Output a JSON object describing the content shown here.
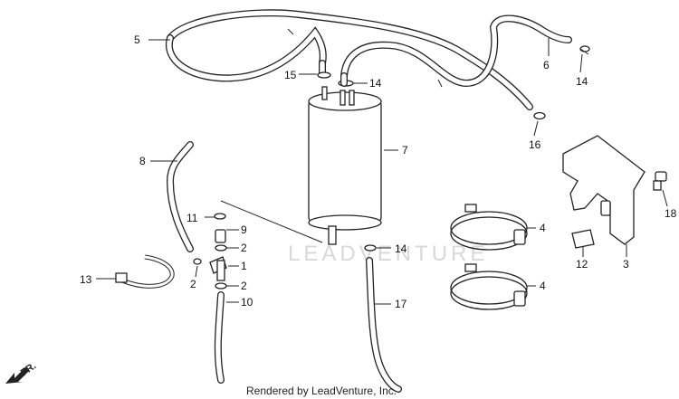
{
  "diagram": {
    "callouts": {
      "c1": "1",
      "c2a": "2",
      "c2b": "2",
      "c2c": "2",
      "c3": "3",
      "c4a": "4",
      "c4b": "4",
      "c5": "5",
      "c6": "6",
      "c7": "7",
      "c8": "8",
      "c9": "9",
      "c10": "10",
      "c11": "11",
      "c12": "12",
      "c13": "13",
      "c14a": "14",
      "c14b": "14",
      "c14c": "14",
      "c15": "15",
      "c16": "16",
      "c17": "17",
      "c18": "18"
    },
    "watermark": "LEADVENTURE",
    "footer": "Rendered by LeadVenture, Inc.",
    "direction_label": "FR.",
    "colors": {
      "line": "#222222",
      "watermark": "#d8d8d8",
      "background": "#ffffff"
    }
  }
}
